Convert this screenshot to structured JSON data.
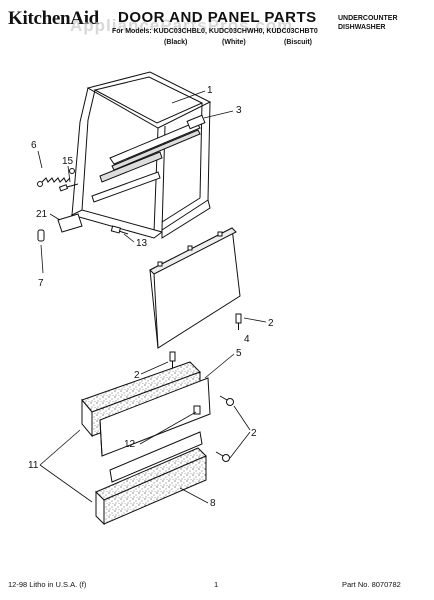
{
  "header": {
    "brand": "KitchenAid",
    "title": "DOOR AND PANEL PARTS",
    "models": "For Models: KUDC03CHBL0, KUDC03CHWH0, KUDC03CHBT0",
    "color_black": "(Black)",
    "color_white": "(White)",
    "color_biscuit": "(Biscuit)",
    "unit_line1": "UNDERCOUNTER",
    "unit_line2": "DISHWASHER",
    "watermark": "AppliancePartsPros.com"
  },
  "callouts": [
    "1",
    "3",
    "6",
    "15",
    "21",
    "13",
    "7",
    "2",
    "4",
    "5",
    "2",
    "12",
    "11",
    "2",
    "8"
  ],
  "footer": {
    "litho": "12-98 Litho in U.S.A. (f)",
    "page": "1",
    "part_no": "Part No. 8070782"
  }
}
